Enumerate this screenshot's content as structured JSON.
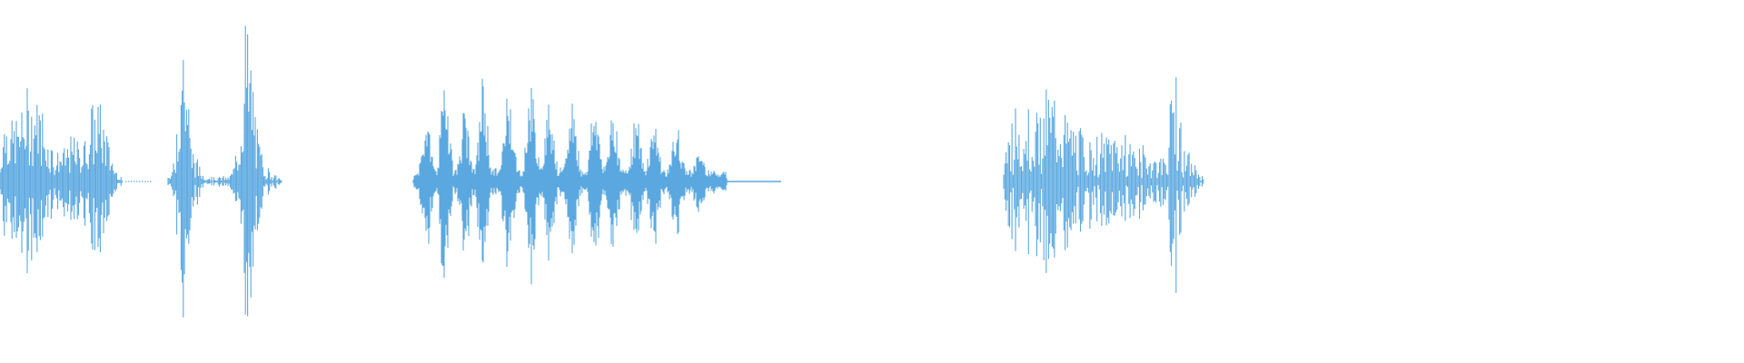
{
  "waveform": {
    "color": "#5ba8e0",
    "segments": [
      {
        "kind": "speech-burst"
      },
      {
        "kind": "click-pair"
      },
      {
        "kind": "rhythmic-pulses"
      },
      {
        "kind": "crackle-burst"
      }
    ]
  }
}
